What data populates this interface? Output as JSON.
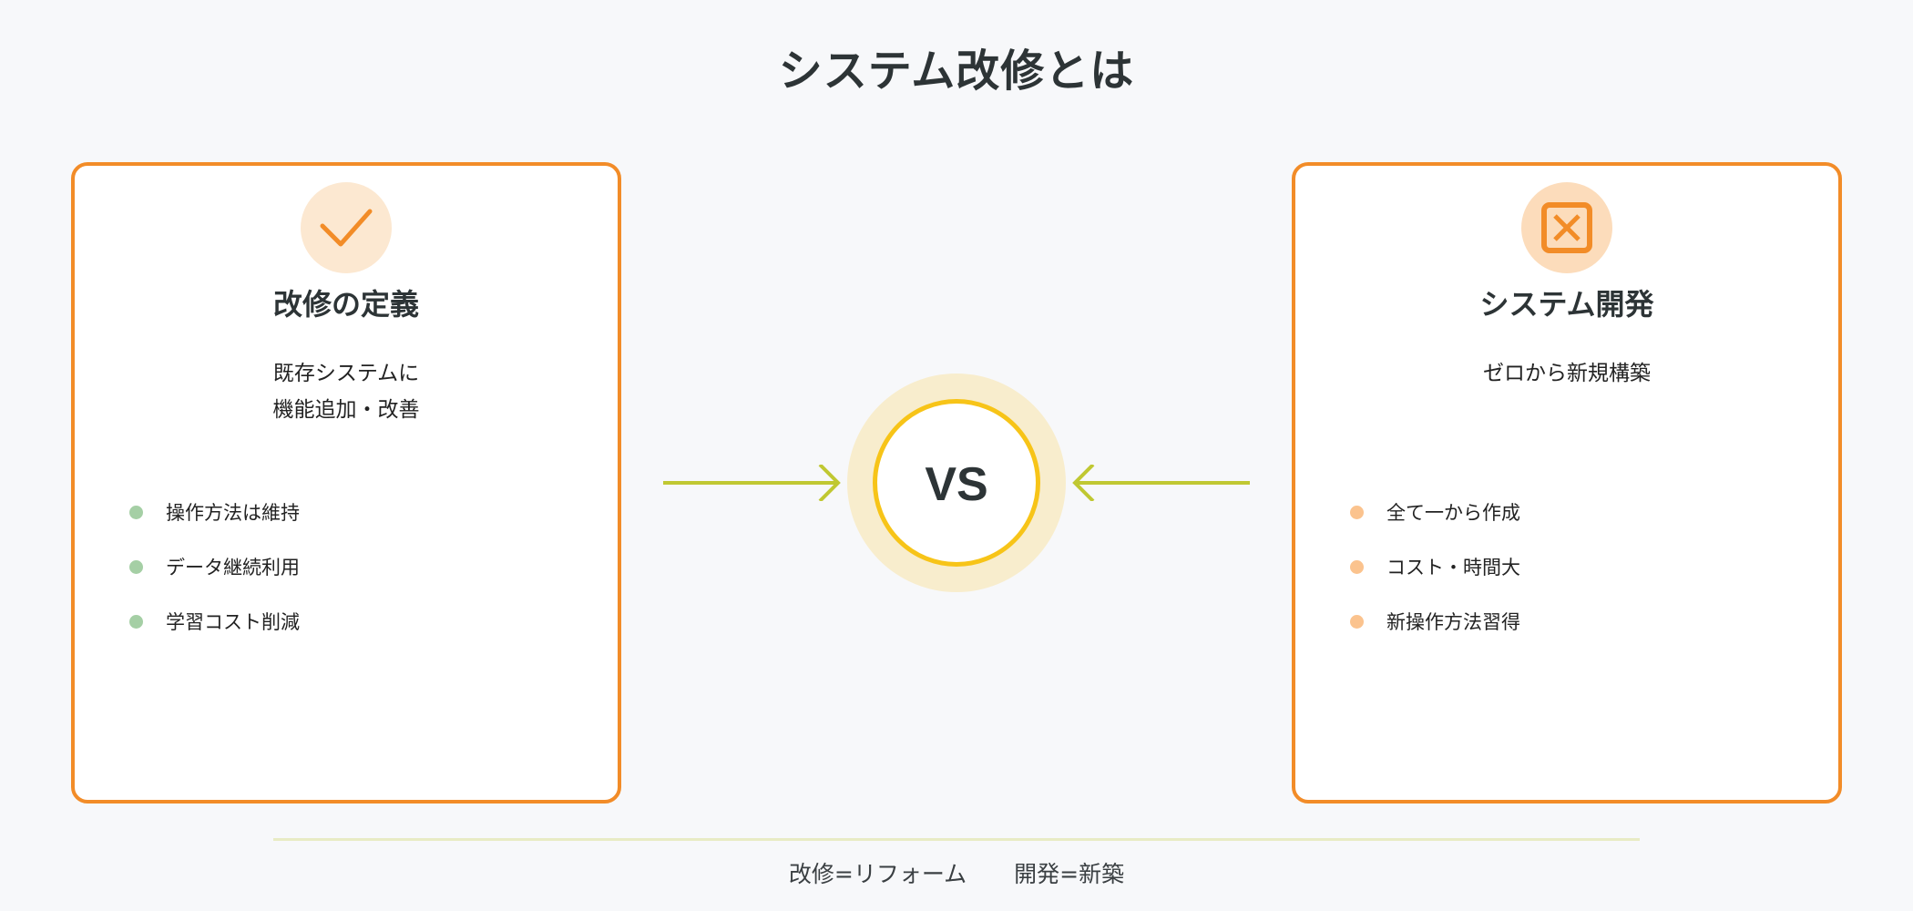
{
  "page": {
    "title": "システム改修とは"
  },
  "colors": {
    "background": "#f7f8fa",
    "card_border": "#f28c28",
    "icon_accent": "#f28c28",
    "left_icon_bg": "#fce8d1",
    "right_icon_bg": "#fcdcbb",
    "left_bullet": "#a5cfa5",
    "right_bullet": "#fbc38e",
    "arrow": "#c0c832",
    "vs_halo": "#f8edcd",
    "vs_ring": "#f7c418",
    "divider": "#e8ebc4",
    "text_dark": "#2d3436"
  },
  "left_card": {
    "icon": "checkmark-icon",
    "title": "改修の定義",
    "description": [
      "既存システムに",
      "機能追加・改善"
    ],
    "bullets": [
      "操作方法は維持",
      "データ継続利用",
      "学習コスト削減"
    ]
  },
  "right_card": {
    "icon": "x-box-icon",
    "title": "システム開発",
    "description": [
      "ゼロから新規構築"
    ],
    "bullets": [
      "全て一から作成",
      "コスト・時間大",
      "新操作方法習得"
    ]
  },
  "center": {
    "vs_label": "VS",
    "left_arrow_icon": "arrow-right-icon",
    "right_arrow_icon": "arrow-left-icon"
  },
  "footer": {
    "captions": [
      "改修=リフォーム",
      "開発=新築"
    ]
  }
}
